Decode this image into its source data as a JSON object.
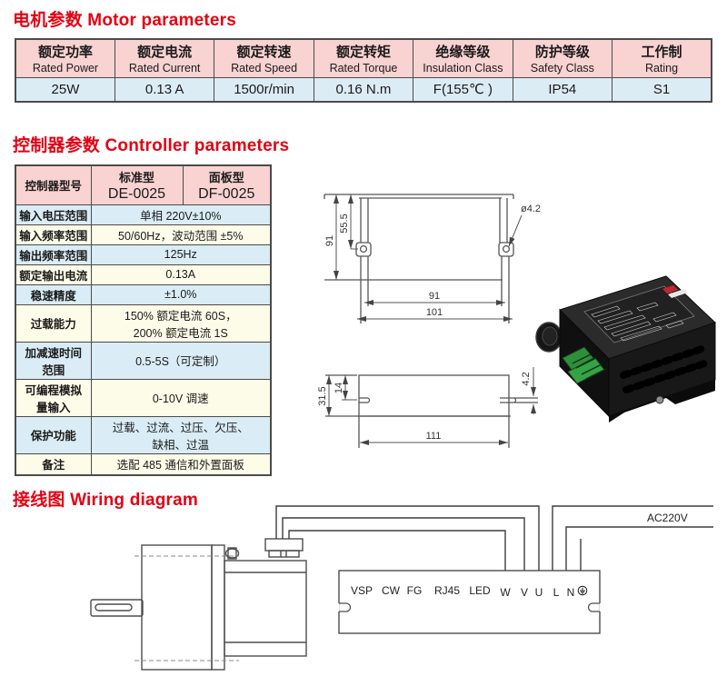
{
  "colors": {
    "accent_red": "#e50012",
    "table_border": "#4b4b4b",
    "header_pink": "#f9d3d1",
    "row_blue": "#daecf6",
    "row_cream": "#fdfce9"
  },
  "sections": {
    "motor": {
      "title_zh": "电机参数",
      "title_en": "Motor parameters",
      "table": {
        "columns": [
          {
            "zh": "额定功率",
            "en": "Rated Power",
            "value": "25W"
          },
          {
            "zh": "额定电流",
            "en": "Rated Current",
            "value": "0.13 A"
          },
          {
            "zh": "额定转速",
            "en": "Rated Speed",
            "value": "1500r/min"
          },
          {
            "zh": "额定转矩",
            "en": "Rated Torque",
            "value": "0.16 N.m"
          },
          {
            "zh": "绝缘等级",
            "en": "Insulation Class",
            "value": "F(155℃ )"
          },
          {
            "zh": "防护等级",
            "en": "Safety Class",
            "value": "IP54"
          },
          {
            "zh": "工作制",
            "en": "Rating",
            "value": "S1"
          }
        ]
      }
    },
    "controller": {
      "title_zh": "控制器参数",
      "title_en": "Controller parameters",
      "table": {
        "header": {
          "label": "控制器型号",
          "standard_zh": "标准型",
          "standard_model": "DE-0025",
          "panel_zh": "面板型",
          "panel_model": "DF-0025"
        },
        "rows": [
          {
            "label": "输入电压范围",
            "value": "单相 220V±10%"
          },
          {
            "label": "输入频率范围",
            "value": "50/60Hz，波动范围 ±5%"
          },
          {
            "label": "输出频率范围",
            "value": "125Hz"
          },
          {
            "label": "额定输出电流",
            "value": "0.13A"
          },
          {
            "label": "稳速精度",
            "value": "±1.0%"
          },
          {
            "label": "过载能力",
            "value": "150% 额定电流 60S，\n200% 额定电流 1S"
          },
          {
            "label": "加减速时间\n范围",
            "value": "0.5-5S（可定制）"
          },
          {
            "label": "可编程模拟\n量输入",
            "value": "0-10V 调速"
          },
          {
            "label": "保护功能",
            "value": "过载、过流、过压、欠压、\n缺相、过温"
          },
          {
            "label": "备注",
            "value": "选配 485 通信和外置面板"
          }
        ]
      }
    },
    "dimensions": {
      "front_view": {
        "height": "91",
        "hole_offset": "55.5",
        "hole_dia": "ø4.2",
        "inner_span": "91",
        "outer_span": "101"
      },
      "side_view": {
        "height": "31.5",
        "tab_offset": "14",
        "tab_thickness": "4.2",
        "length": "111"
      }
    },
    "wiring": {
      "title_zh": "接线图",
      "title_en": "Wiring diagram",
      "power_label": "AC220V",
      "terminals": [
        "VSP",
        "CW",
        "FG",
        "RJ45",
        "LED",
        "W",
        "V",
        "U",
        "L",
        "N",
        "⏚"
      ]
    }
  }
}
